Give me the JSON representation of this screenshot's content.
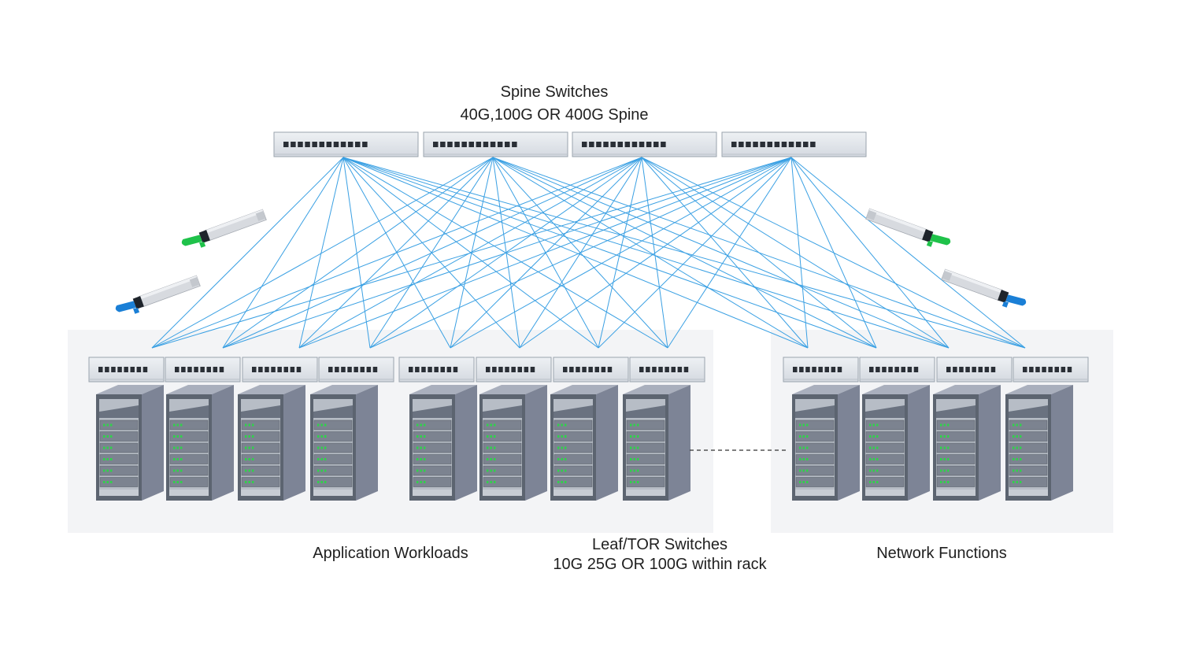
{
  "spine": {
    "title": "Spine Switches",
    "subtitle": "40G,100G OR 400G Spine",
    "switch_count": 4
  },
  "groups": [
    {
      "label": "Application Workloads",
      "leaf_count": 8,
      "rack_count": 8
    },
    {
      "label": "Network Functions",
      "leaf_count": 4,
      "rack_count": 4
    }
  ],
  "leaf": {
    "title": "Leaf/TOR Switches",
    "subtitle": "10G 25G OR 100G within rack"
  },
  "colors": {
    "link": "#3aa0e3",
    "switch_body": "#dde2e8",
    "rack_front": "#5c6470",
    "rack_side": "#7d8496",
    "led": "#2fd34a",
    "group_bg": "#f3f4f6",
    "transceiver_green": "#1fc24a",
    "transceiver_blue": "#1a7fd6"
  },
  "icons": {
    "spine_switch": "network-switch-icon",
    "leaf_switch": "tor-switch-icon",
    "rack": "server-rack-icon",
    "optic": "transceiver-module-icon"
  }
}
